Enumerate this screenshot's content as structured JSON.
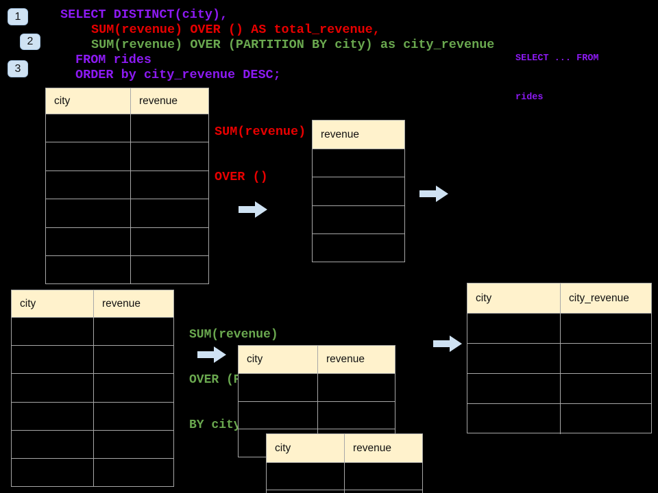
{
  "colors": {
    "background": "#000000",
    "sql_purple": "#8C1AF2",
    "sql_red": "#E80000",
    "sql_green": "#6AA84F",
    "table_header_bg": "#FFF2CC",
    "table_border": "#A8A8A8",
    "arrow_blue": "#CFE2F3",
    "badge_blue": "#CFE2F3"
  },
  "badges": {
    "one": "1",
    "two": "2",
    "three": "3"
  },
  "sql": {
    "line1": "SELECT DISTINCT(city),",
    "line2": "SUM(revenue) OVER () AS total_revenue,",
    "line3": "SUM(revenue) OVER (PARTITION BY city) as city_revenue",
    "line4": "FROM rides",
    "line5": "ORDER by city_revenue DESC;"
  },
  "side_note": {
    "line1": "SELECT ... FROM",
    "line2": "rides"
  },
  "labels": {
    "total": {
      "line1": "SUM(revenue)",
      "line2": "OVER ()"
    },
    "partition": {
      "line1": "SUM(revenue)",
      "line2": "OVER (PARTITION",
      "line3": "BY city)"
    }
  },
  "tables": {
    "source_top": {
      "headers": [
        "city",
        "revenue"
      ],
      "empty_rows": 6
    },
    "total_revenue": {
      "headers": [
        "revenue"
      ],
      "empty_rows": 4
    },
    "source_bottom": {
      "headers": [
        "city",
        "revenue"
      ],
      "empty_rows": 6
    },
    "partition_a": {
      "headers": [
        "city",
        "revenue"
      ],
      "empty_rows": 3
    },
    "partition_b": {
      "headers": [
        "city",
        "revenue"
      ],
      "empty_rows": 2
    },
    "city_revenue": {
      "headers": [
        "city",
        "city_revenue"
      ],
      "empty_rows": 4
    }
  }
}
